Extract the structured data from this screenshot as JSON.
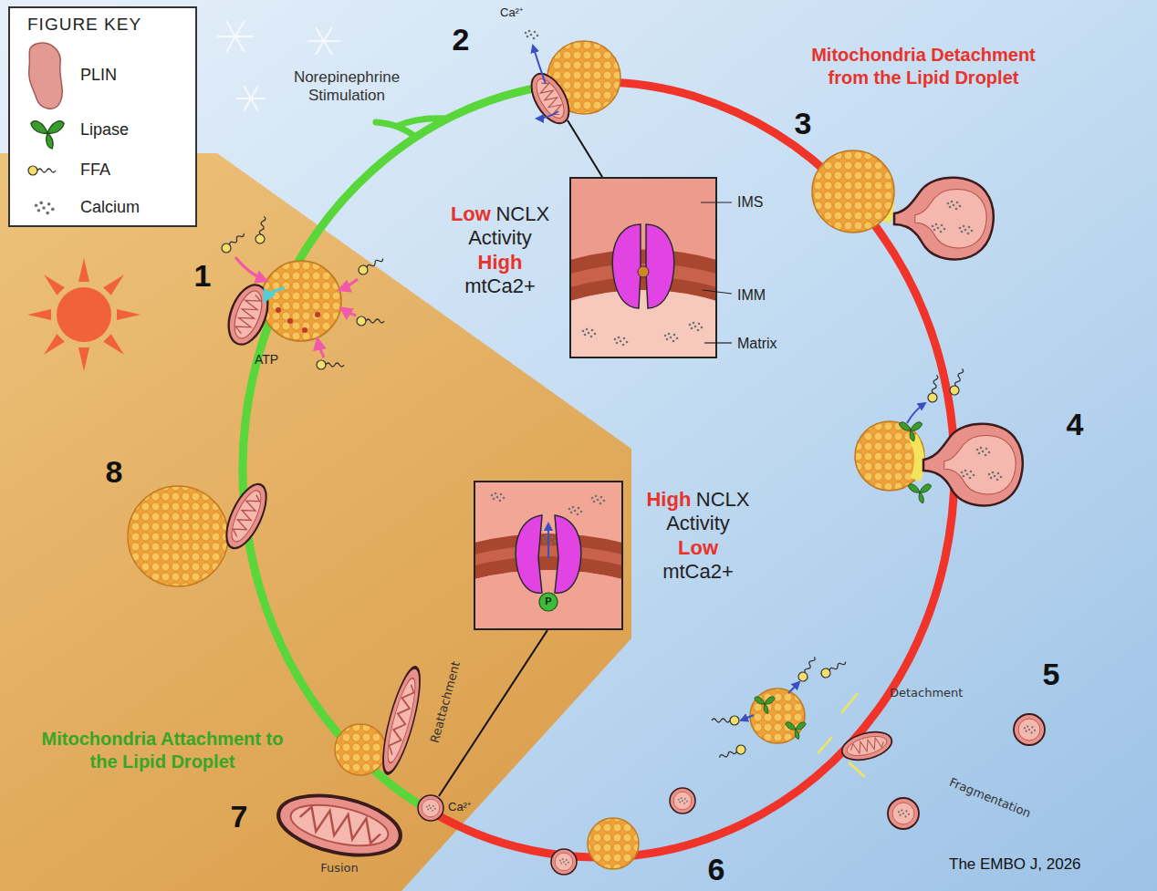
{
  "diagram": {
    "labels": [
      "FIGURE KEY",
      "Norepinephrine Stimulation",
      "Mitochondria Detachment from the Lipid Droplet",
      "2",
      "Ca²⁺",
      "1",
      "ATP",
      "Low",
      "NCLX Activity",
      "High",
      "mtCa2+",
      "IMS",
      "IMM",
      "Matrix",
      "3",
      "4",
      "8",
      "High",
      "NCLX Activity",
      "Low",
      "mtCa2+",
      "P",
      "5",
      "Detachment",
      "Fragmentation",
      "Reattachment",
      "Ca²⁺",
      "Mitochondria Attachment to the Lipid Droplet",
      "7",
      "Fusion",
      "6",
      "The EMBO J, 2026"
    ],
    "legend": [
      {
        "text": "PLIN"
      },
      {
        "text": "Lipase"
      },
      {
        "text": "FFA"
      },
      {
        "text": "Calcium"
      }
    ]
  }
}
